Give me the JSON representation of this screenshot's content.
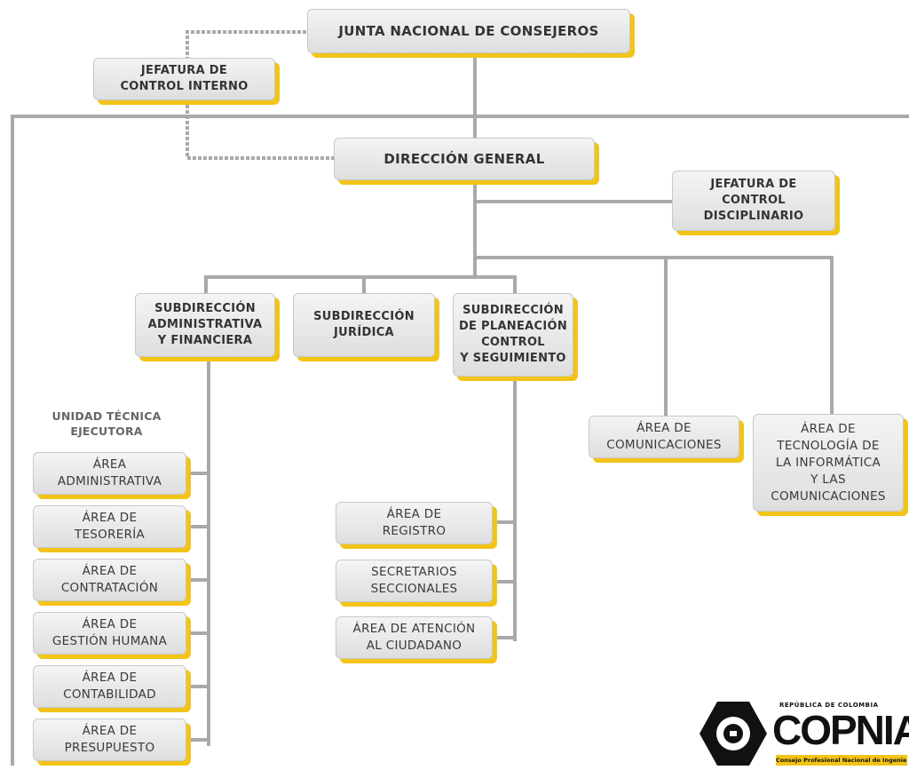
{
  "org": {
    "board": "JUNTA NACIONAL DE CONSEJEROS",
    "internal_control": "JEFATURA DE\nCONTROL INTERNO",
    "director": "DIRECCIÓN GENERAL",
    "disciplinary": "JEFATURA DE\nCONTROL\nDISCIPLINARIO",
    "sub_admin": "SUBDIRECCIÓN\nADMINISTRATIVA\nY FINANCIERA",
    "sub_legal": "SUBDIRECCIÓN\nJURÍDICA",
    "sub_planning": "SUBDIRECCIÓN\nDE PLANEACIÓN\nCONTROL\nY SEGUIMIENTO",
    "comms": "ÁREA DE\nCOMUNICACIONES",
    "tech": "ÁREA DE\nTECNOLOGÍA DE\nLA INFORMÁTICA\nY LAS\nCOMUNICACIONES",
    "unit_title": "UNIDAD TÉCNICA\nEJECUTORA",
    "admin_areas": [
      "ÁREA\nADMINISTRATIVA",
      "ÁREA DE\nTESORERÍA",
      "ÁREA DE\nCONTRATACIÓN",
      "ÁREA DE\nGESTIÓN HUMANA",
      "ÁREA DE\nCONTABILIDAD",
      "ÁREA DE\nPRESUPUESTO"
    ],
    "planning_areas": [
      "ÁREA  DE\nREGISTRO",
      "SECRETARIOS\nSECCIONALES",
      "ÁREA DE ATENCIÓN\nAL CIUDADANO"
    ]
  },
  "logo": {
    "name": "COPNIA",
    "superscript": "REPÚBLICA DE COLOMBIA",
    "subtitle": "Consejo Profesional Nacional de Ingeniería"
  },
  "colors": {
    "accent_shadow": "#f2c417",
    "connector": "#a9a9a9",
    "box_fill": "#e9e9e9"
  }
}
